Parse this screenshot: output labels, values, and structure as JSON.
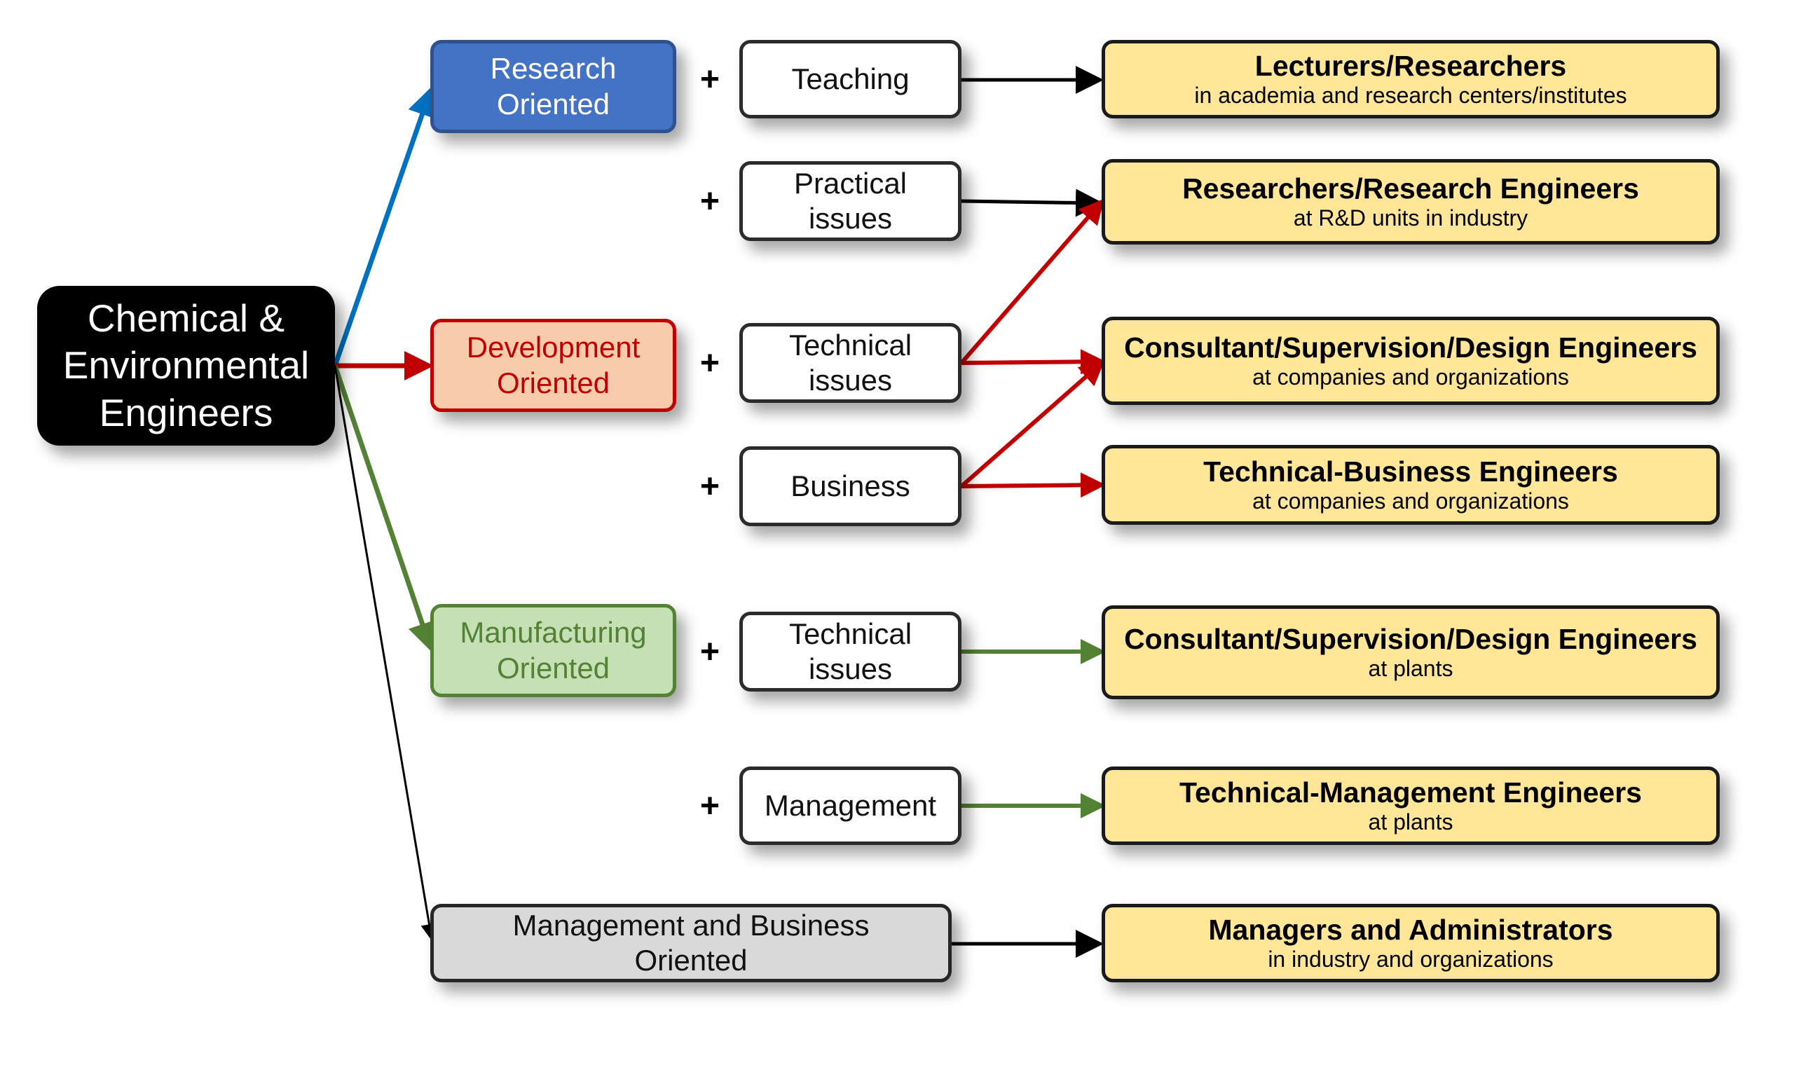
{
  "root": {
    "label_line1": "Chemical &",
    "label_line2": "Environmental",
    "label_line3": "Engineers"
  },
  "categories": {
    "research": {
      "line1": "Research",
      "line2": "Oriented"
    },
    "development": {
      "line1": "Development",
      "line2": "Oriented"
    },
    "manufacturing": {
      "line1": "Manufacturing",
      "line2": "Oriented"
    },
    "management": {
      "line1": "Management and Business",
      "line2": "Oriented"
    }
  },
  "plus_symbol": "+",
  "skills": {
    "teaching": {
      "line1": "Teaching"
    },
    "practical": {
      "line1": "Practical",
      "line2": "issues"
    },
    "technical_dev": {
      "line1": "Technical",
      "line2": "issues"
    },
    "business": {
      "line1": "Business"
    },
    "technical_mfg": {
      "line1": "Technical",
      "line2": "issues"
    },
    "management": {
      "line1": "Management"
    }
  },
  "careers": {
    "lecturers": {
      "title": "Lecturers/Researchers",
      "subtitle": "in academia and research centers/institutes"
    },
    "rnd": {
      "title": "Researchers/Research Engineers",
      "subtitle": "at R&D units in industry"
    },
    "consult_companies": {
      "title": "Consultant/Supervision/Design Engineers",
      "subtitle": "at companies and organizations"
    },
    "tech_business": {
      "title": "Technical-Business Engineers",
      "subtitle": "at companies and organizations"
    },
    "consult_plants": {
      "title": "Consultant/Supervision/Design Engineers",
      "subtitle": "at plants"
    },
    "tech_management": {
      "title": "Technical-Management Engineers",
      "subtitle": "at plants"
    },
    "managers": {
      "title": "Managers and Administrators",
      "subtitle": "in industry and organizations"
    }
  },
  "colors": {
    "research_arrow": "#0070c0",
    "development_arrow": "#c00000",
    "manufacturing_arrow": "#548235",
    "management_arrow": "#000000",
    "career_fill": "#ffe699",
    "research_fill": "#4472c4",
    "development_fill": "#f8cbad",
    "manufacturing_fill": "#c5e0b4",
    "management_fill": "#d9d9d9"
  }
}
